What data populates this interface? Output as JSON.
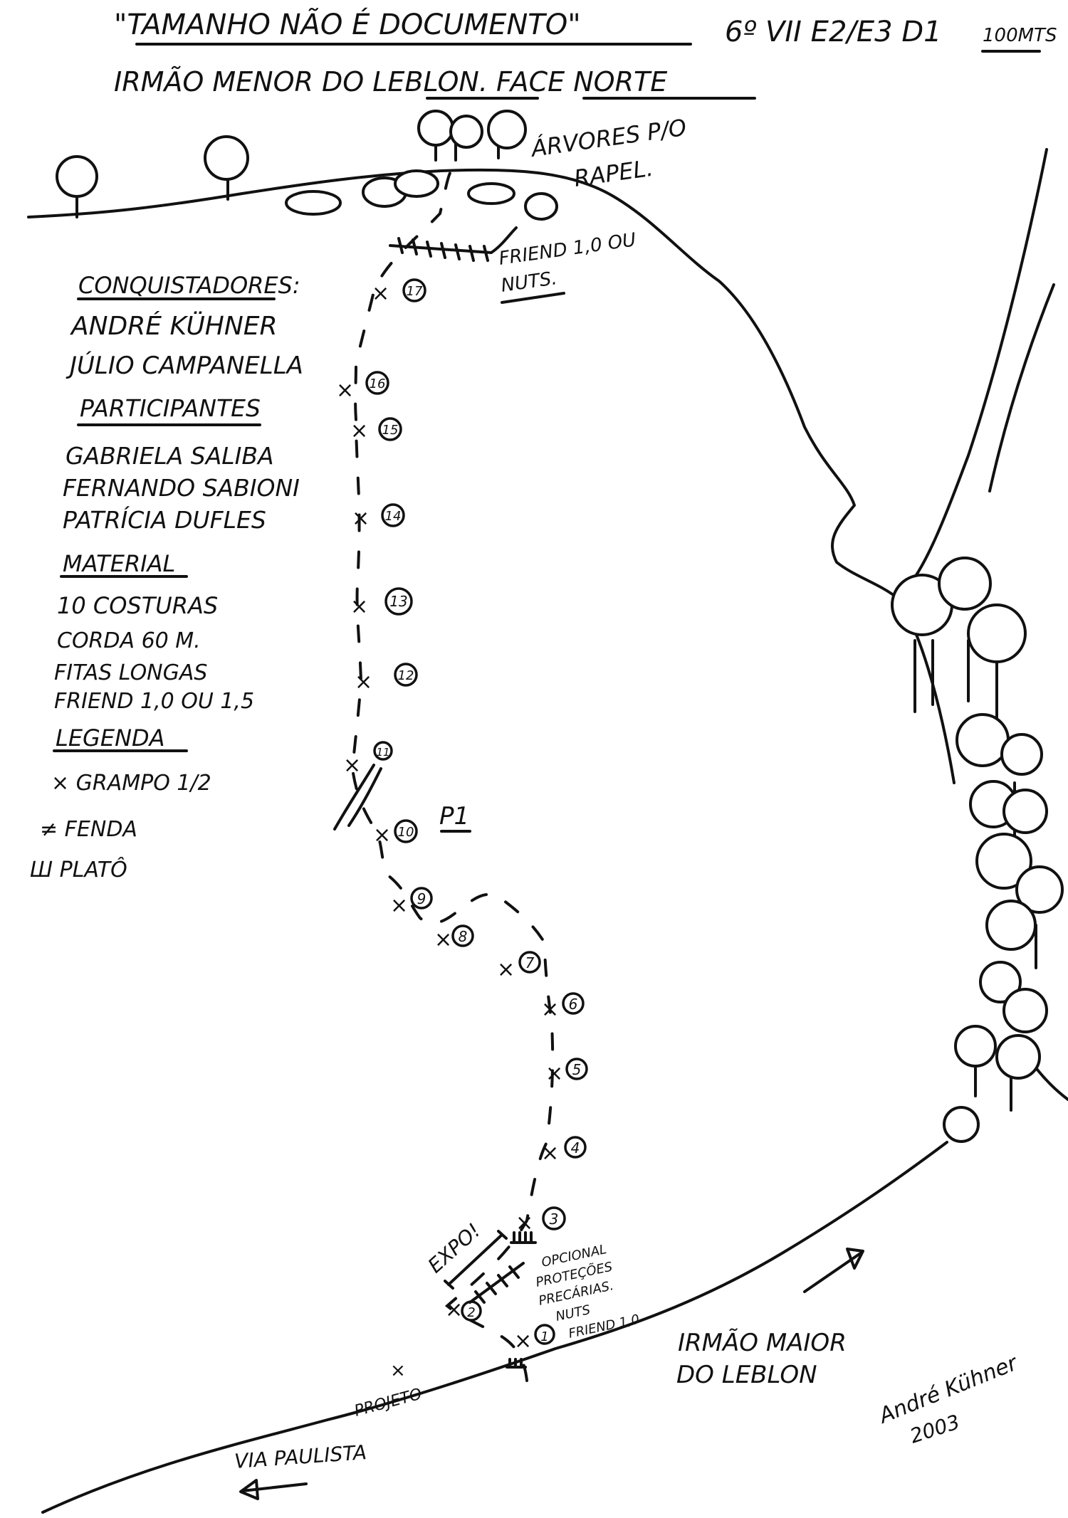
{
  "header": {
    "route_name": "\"TAMANHO NÃO É DOCUMENTO\"",
    "grade": "6º VII E2/E3 D1",
    "length": "100MTS",
    "location": "IRMÃO MENOR DO LEBLON. FACE NORTE"
  },
  "labels": {
    "trees_rappel_1": "ÁRVORES P/O",
    "trees_rappel_2": "RAPEL.",
    "friend_top_1": "FRIEND 1,0 OU",
    "friend_top_2": "NUTS.",
    "p1": "P1",
    "expo": "EXPO!",
    "optional_1": "OPCIONAL",
    "optional_2": "PROTEÇÕES",
    "optional_3": "PRECÁRIAS.",
    "optional_4": "NUTS",
    "optional_5": "FRIEND 1,0",
    "irmao_maior_1": "IRMÃO MAIOR",
    "irmao_maior_2": "DO LEBLON",
    "projeto": "PROJETO",
    "via_paulista": "VIA PAULISTA",
    "signature_name": "André Kühner",
    "signature_year": "2003"
  },
  "info": {
    "conquistadores_title": "CONQUISTADORES:",
    "conquistadores": [
      "ANDRÉ KÜHNER",
      "JÚLIO CAMPANELLA"
    ],
    "participantes_title": "PARTICIPANTES",
    "participantes": [
      "GABRIELA SALIBA",
      "FERNANDO SABIONI",
      "PATRÍCIA DUFLES"
    ],
    "material_title": "MATERIAL",
    "material": [
      "10 COSTURAS",
      "CORDA 60 M.",
      "FITAS LONGAS",
      "FRIEND 1,0 OU 1,5"
    ],
    "legenda_title": "LEGENDA",
    "legenda": [
      "× GRAMPO 1/2",
      "≠ FENDA",
      "Ш PLATÔ"
    ]
  },
  "bolts": [
    "1",
    "2",
    "3",
    "4",
    "5",
    "6",
    "7",
    "8",
    "9",
    "10",
    "11",
    "12",
    "13",
    "14",
    "15",
    "16",
    "17"
  ]
}
